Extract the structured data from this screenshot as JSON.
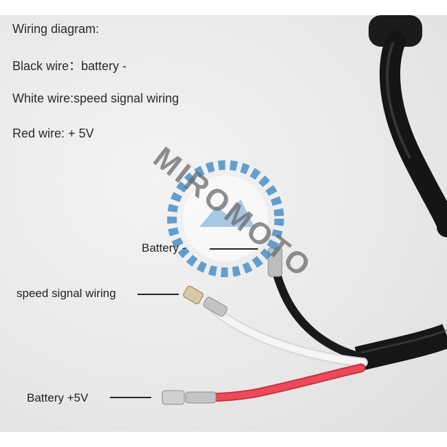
{
  "legend": {
    "title": "Wiring diagram:",
    "black_wire": "Black wire：battery -",
    "white_wire": "White wire:speed signal wiring",
    "red_wire": "Red wire: + 5V"
  },
  "callouts": {
    "battery_neg": "Battery -",
    "speed_signal": "speed signal wiring",
    "battery_pos": "Battery +5V"
  },
  "watermark": {
    "text": "MIROMOTO",
    "color": "#4a90c8"
  },
  "colors": {
    "black_wire": "#1a1a1a",
    "white_wire": "#f4f4f4",
    "red_wire": "#e8434f"
  }
}
